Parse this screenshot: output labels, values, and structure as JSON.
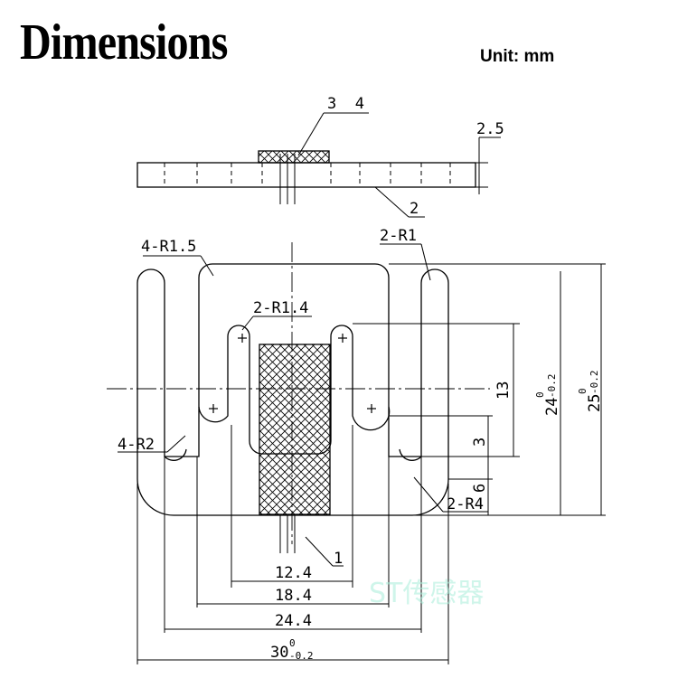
{
  "title": "Dimensions",
  "unit": "Unit: mm",
  "watermark": "ST传感器",
  "callouts": {
    "side_parts": "3  4",
    "thickness": "2.5",
    "side_leader": "2",
    "r15": "4-R1.5",
    "r1": "2-R1",
    "r14": "2-R1.4",
    "r2": "4-R2",
    "r4": "2-R4",
    "part1": "1"
  },
  "dims": {
    "w124": "12.4",
    "w184": "18.4",
    "w244": "24.4",
    "w30": "30",
    "w30_tol_up": "0",
    "w30_tol_low": "-0.2",
    "v13": "13",
    "v3": "3",
    "v6": "6",
    "v24": "24",
    "v24_up": "0",
    "v24_low": "-0.2",
    "v25": "25",
    "v25_up": "0",
    "v25_low": "-0.2"
  }
}
